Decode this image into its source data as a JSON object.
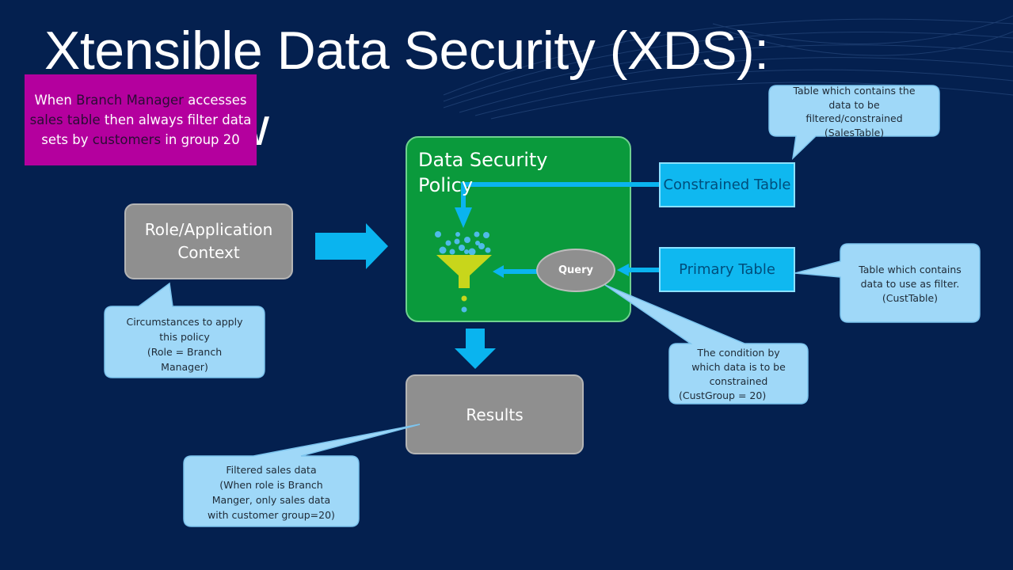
{
  "title": {
    "line1": "Xtensible Data Security (XDS):",
    "line2": "Overview"
  },
  "magenta_note": {
    "t1": "When ",
    "t2": "Branch Manager",
    "t3": " accesses ",
    "t4": "sales table",
    "t5": " then always filter data sets by ",
    "t6": "customers",
    "t7": " in group 20"
  },
  "policy": {
    "label": "Data Security Policy"
  },
  "role_box": {
    "label": "Role/Application Context"
  },
  "results_box": {
    "label": "Results"
  },
  "constrained_table": {
    "label": "Constrained Table"
  },
  "primary_table": {
    "label": "Primary Table"
  },
  "query": {
    "label": "Query"
  },
  "callouts": {
    "constrained": {
      "line1": "Table which contains the",
      "line2": "data  to be",
      "line3": "filtered/constrained",
      "line4": "(SalesTable)"
    },
    "primary": {
      "line1": "Table which contains",
      "line2": "data to use as filter.",
      "line3": "(CustTable)"
    },
    "role": {
      "line1": "Circumstances to apply",
      "line2": "this policy",
      "line3": "(Role = Branch",
      "line4": "Manager)"
    },
    "query": {
      "line1": "The condition by",
      "line2": "which data is to be",
      "line3": "constrained",
      "line4": "(CustGroup = 20)"
    },
    "results": {
      "line1": "Filtered sales data",
      "line2": "(When role is Branch",
      "line3": "Manger, only sales data",
      "line4": "with customer group=20)"
    }
  },
  "colors": {
    "background": "#04204f",
    "policy_green": "#0a9a3c",
    "table_blue": "#0fb8f0",
    "arrow_blue": "#0ab4ef",
    "callout_blue": "#9fd8f8",
    "note_magenta": "#b4009e",
    "funnel_yellow": "#c8d61b",
    "gray_box": "#8f8f8f"
  },
  "icons": {
    "funnel": "funnel-icon"
  }
}
